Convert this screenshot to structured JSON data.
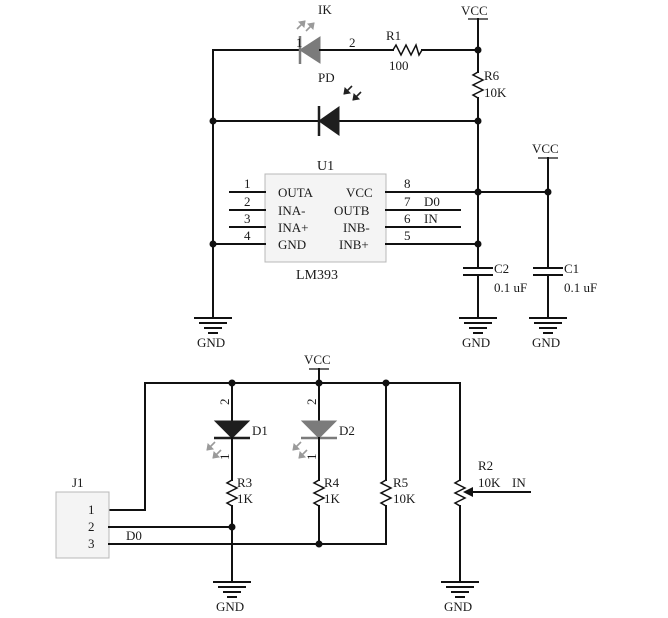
{
  "rails": {
    "vcc": "VCC",
    "gnd": "GND"
  },
  "ir_pair": {
    "ir_led": {
      "ref": "IK",
      "pin1": "1",
      "pin2": "2",
      "type_label": "PD"
    },
    "r1": {
      "ref": "R1",
      "value": "100"
    },
    "r6": {
      "ref": "R6",
      "value": "10K"
    }
  },
  "comparator": {
    "ref": "U1",
    "part": "LM393",
    "left_pins": [
      {
        "num": "1",
        "name": "OUTA"
      },
      {
        "num": "2",
        "name": "INA-"
      },
      {
        "num": "3",
        "name": "INA+"
      },
      {
        "num": "4",
        "name": "GND"
      }
    ],
    "right_pins": [
      {
        "num": "8",
        "name": "VCC",
        "net": ""
      },
      {
        "num": "7",
        "name": "OUTB",
        "net": "D0"
      },
      {
        "num": "6",
        "name": "INB-",
        "net": "IN"
      },
      {
        "num": "5",
        "name": "INB+",
        "net": ""
      }
    ]
  },
  "caps": {
    "c2": {
      "ref": "C2",
      "value": "0.1 uF"
    },
    "c1": {
      "ref": "C1",
      "value": "0.1 uF"
    }
  },
  "board": {
    "d1": {
      "ref": "D1",
      "pin_top": "2",
      "pin_bottom": "1"
    },
    "d2": {
      "ref": "D2",
      "pin_top": "2",
      "pin_bottom": "1"
    },
    "r3": {
      "ref": "R3",
      "value": "1K"
    },
    "r4": {
      "ref": "R4",
      "value": "1K"
    },
    "r5": {
      "ref": "R5",
      "value": "10K"
    },
    "r2": {
      "ref": "R2",
      "value": "10K",
      "net": "IN"
    }
  },
  "connector": {
    "ref": "J1",
    "pins": [
      "1",
      "2",
      "3"
    ],
    "net_d0": "D0"
  }
}
